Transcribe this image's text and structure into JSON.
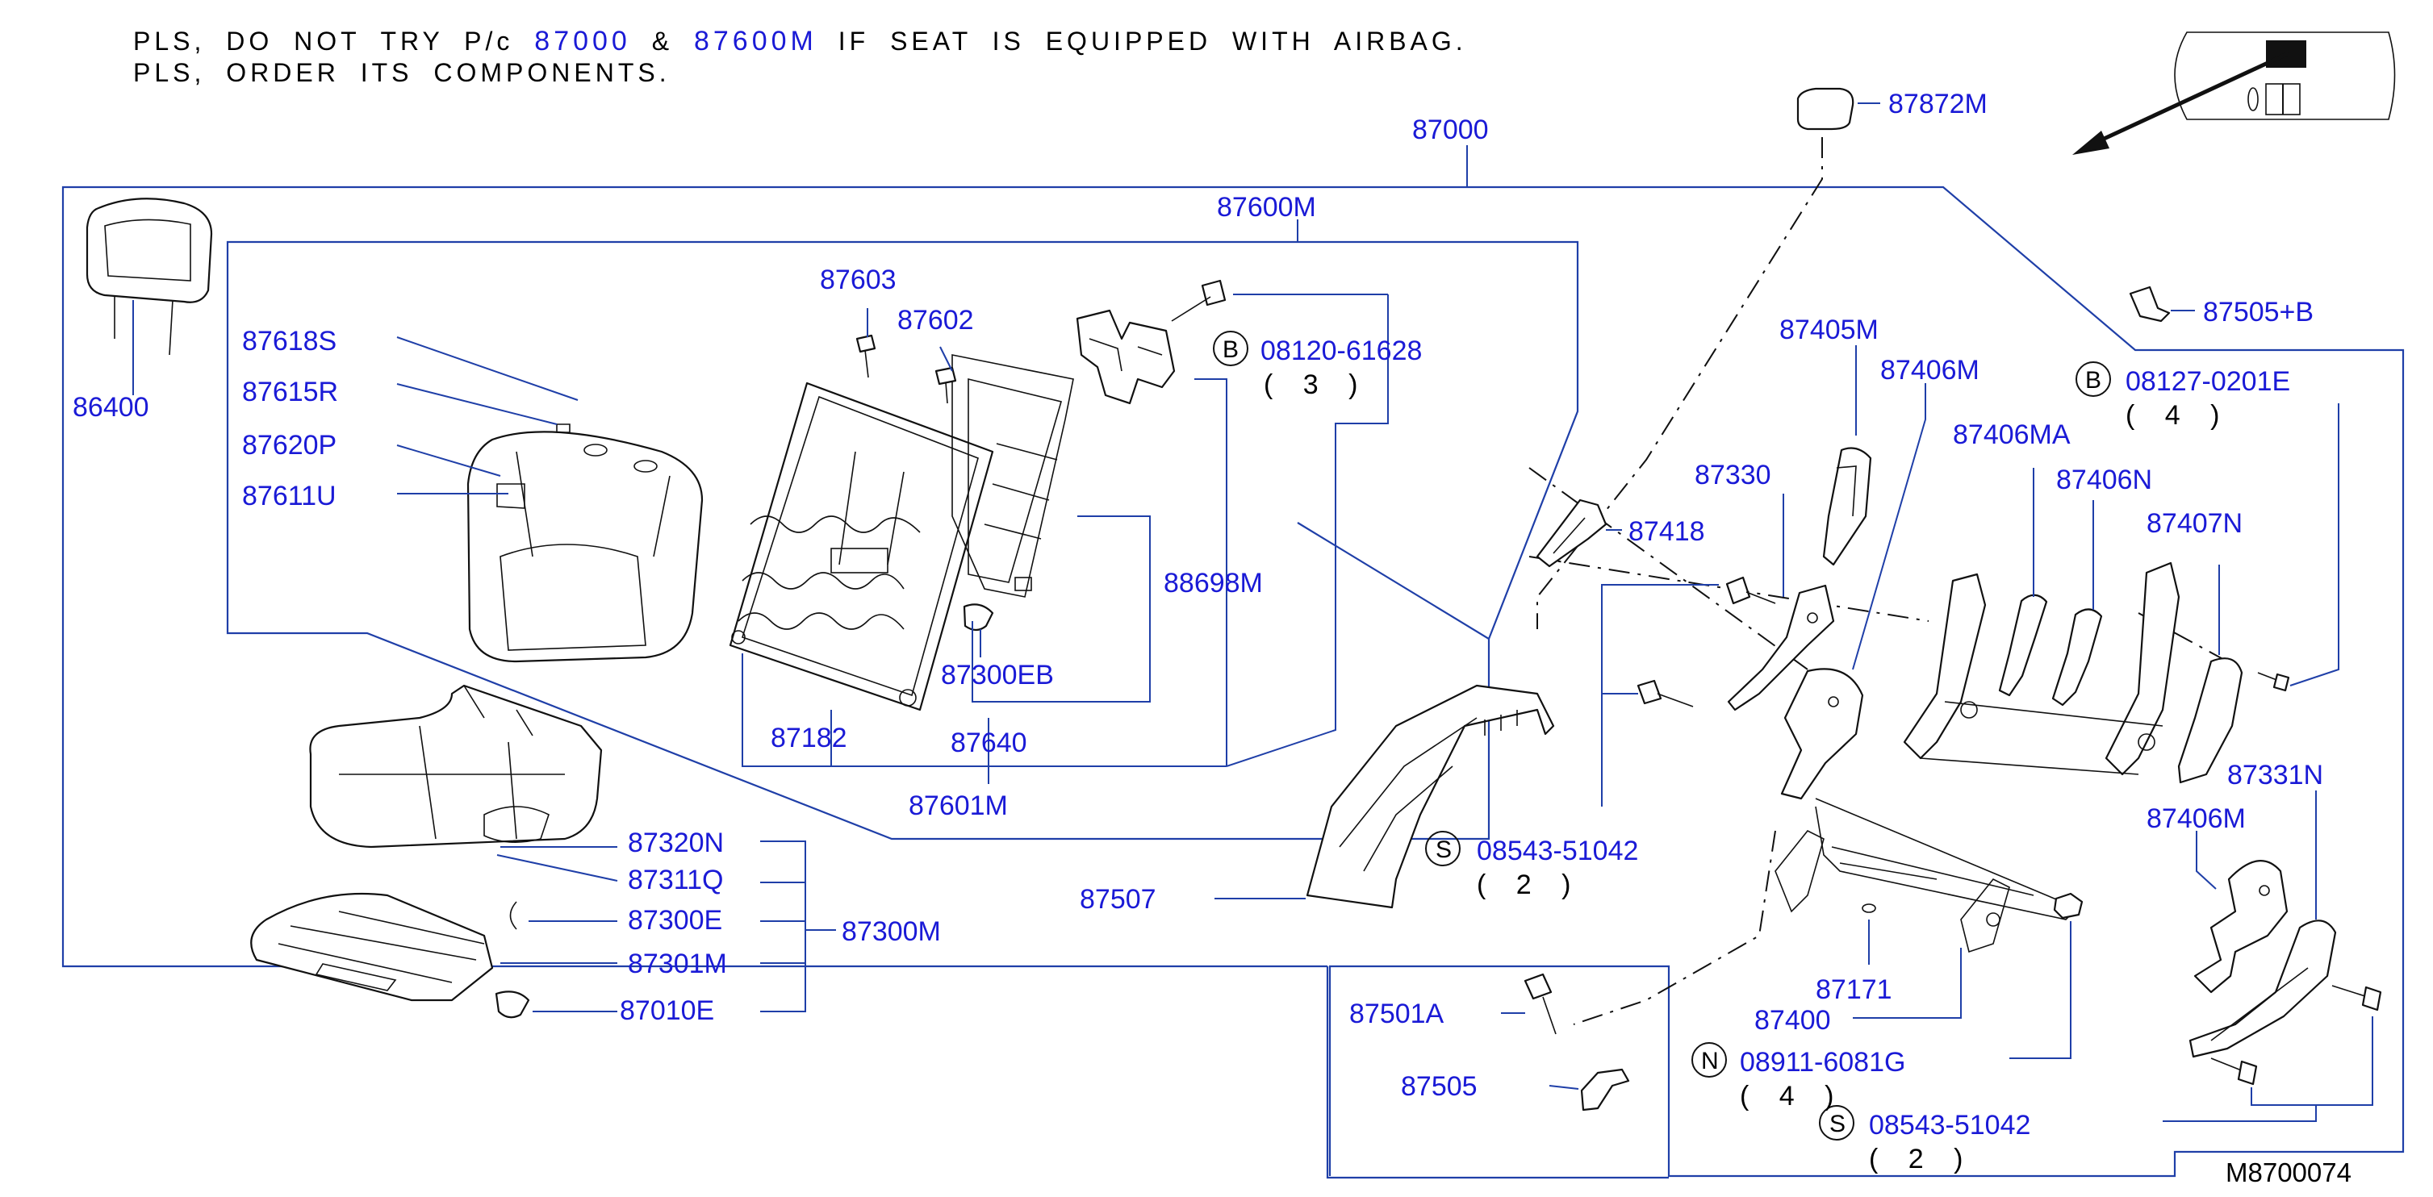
{
  "note": {
    "line1": {
      "seg1": "PLS, DO NOT TRY P/c",
      "part1": "87000",
      "seg2": "&",
      "part2": "87600M",
      "seg3": "IF SEAT IS EQUIPPED WITH AIRBAG."
    },
    "line2": "PLS, ORDER ITS COMPONENTS."
  },
  "diagram_ref": "M8700074",
  "parts": {
    "p87000": "87000",
    "p87600M": "87600M",
    "p86400": "86400",
    "p87618S": "87618S",
    "p87615R": "87615R",
    "p87620P": "87620P",
    "p87611U": "87611U",
    "p87603": "87603",
    "p87602": "87602",
    "p88698M": "88698M",
    "p87300EB": "87300EB",
    "p87182": "87182",
    "p87640": "87640",
    "p87601M": "87601M",
    "p87320N": "87320N",
    "p87311Q": "87311Q",
    "p87300E": "87300E",
    "p87301M": "87301M",
    "p87010E": "87010E",
    "p87300M": "87300M",
    "p87507": "87507",
    "p87872M": "87872M",
    "p87505B": "87505+B",
    "p87405M": "87405M",
    "p87406M_top": "87406M",
    "p87406MA": "87406MA",
    "p87406N": "87406N",
    "p87407N": "87407N",
    "p87330": "87330",
    "p87418": "87418",
    "p87331N": "87331N",
    "p87406M_right": "87406M",
    "p87171": "87171",
    "p87400": "87400",
    "p87501A": "87501A",
    "p87505": "87505"
  },
  "fasteners": {
    "b1": {
      "mark": "B",
      "code": "08120-61628",
      "qty": "( 3 )"
    },
    "b2": {
      "mark": "B",
      "code": "08127-0201E",
      "qty": "( 4 )"
    },
    "s1": {
      "mark": "S",
      "code": "08543-51042",
      "qty": "( 2 )"
    },
    "n1": {
      "mark": "N",
      "code": "08911-6081G",
      "qty": "( 4 )"
    },
    "s2": {
      "mark": "S",
      "code": "08543-51042",
      "qty": "( 2 )"
    }
  },
  "colors": {
    "part_number": "#1a1ad6",
    "leader": "#1f3fa8",
    "text": "#000000"
  },
  "icons": [
    "vehicle-location-icon",
    "direction-arrow-icon"
  ]
}
